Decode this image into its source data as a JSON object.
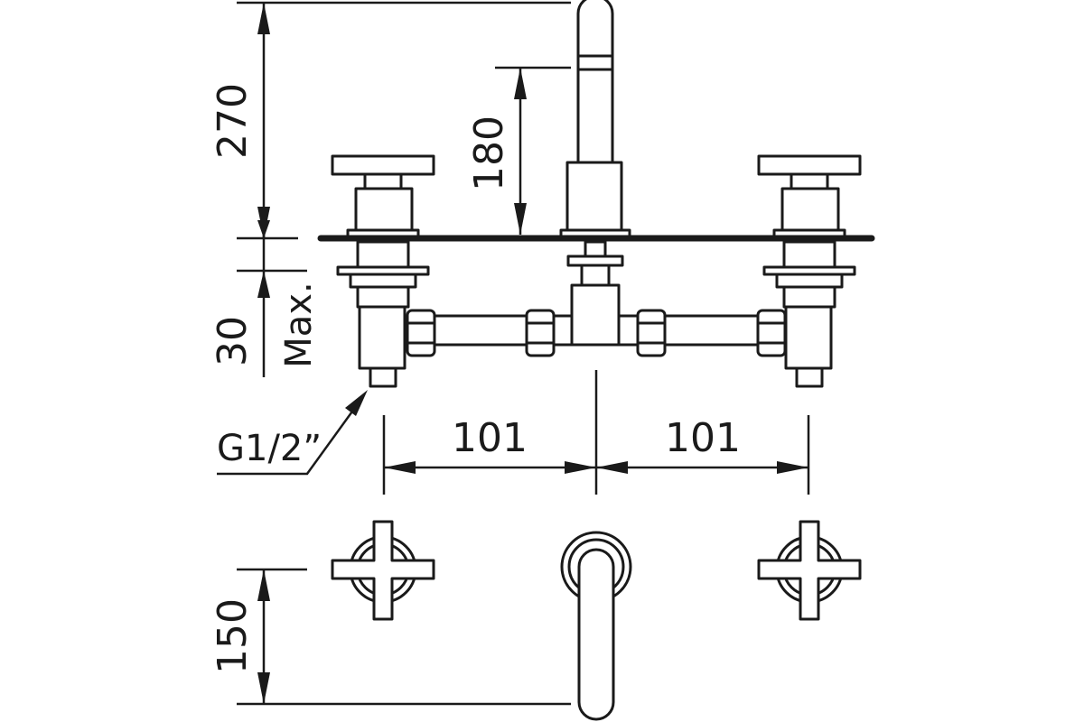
{
  "dimensions": {
    "spout_height": "270",
    "spout_reach_height": "180",
    "deck_thickness_max_value": "30",
    "deck_thickness_max_note": "Max.",
    "left_spacing": "101",
    "right_spacing": "101",
    "spout_projection": "150",
    "inlet_thread": "G1/2ˮ"
  },
  "colors": {
    "line": "#1a1a1a",
    "background": "#ffffff"
  }
}
